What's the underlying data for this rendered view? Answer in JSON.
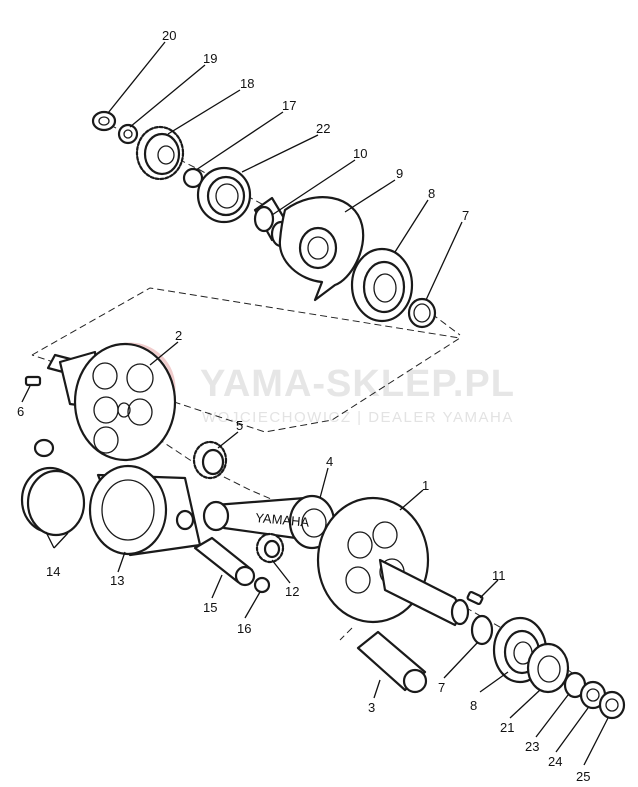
{
  "watermark": {
    "brand": "YAMA-SKLEP.PL",
    "tagline": "WOJCIECHOWICZ | DEALER YAMAHA",
    "logo_color": "#f2d6d6",
    "text_color": "#e6e6e6"
  },
  "callouts": {
    "n20": "20",
    "n19": "19",
    "n18": "18",
    "n17": "17",
    "n22": "22",
    "n10": "10",
    "n9": "9",
    "n8a": "8",
    "n7a": "7",
    "n2": "2",
    "n6": "6",
    "n5": "5",
    "n4": "4",
    "n1": "1",
    "n14": "14",
    "n13": "13",
    "n15": "15",
    "n16": "16",
    "n12": "12",
    "n11": "11",
    "n3": "3",
    "n7b": "7",
    "n8b": "8",
    "n21": "21",
    "n23": "23",
    "n24": "24",
    "n25": "25"
  },
  "rod_stamp": "YAMAHA"
}
